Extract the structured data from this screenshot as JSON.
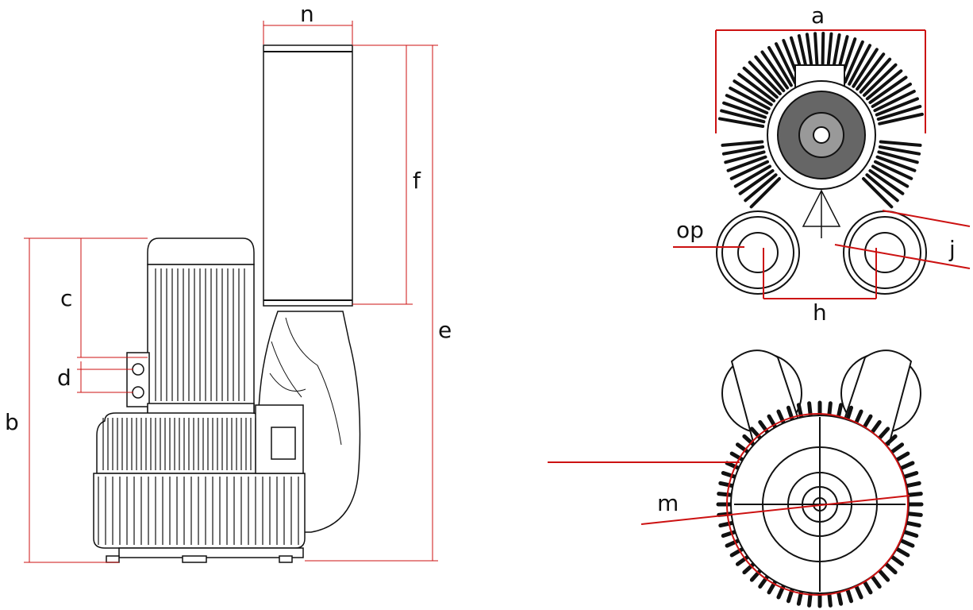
{
  "labels": {
    "n": "n",
    "f": "f",
    "e": "e",
    "c": "c",
    "d": "d",
    "b": "b",
    "a": "a",
    "op": "op",
    "j": "j",
    "h": "h",
    "m": "m"
  },
  "colors": {
    "dimension": "#cc1111",
    "drawing": "#111111",
    "fill": "#ffffff"
  },
  "icons": [
    "blower-side-view",
    "blower-top-view",
    "blower-bottom-view"
  ]
}
